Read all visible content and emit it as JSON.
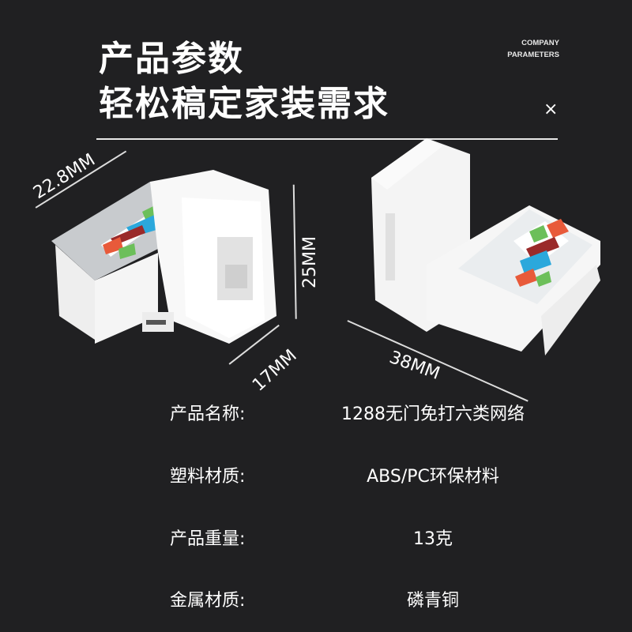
{
  "header": {
    "title_line1": "产品参数",
    "title_line2": "轻松稿定家装需求",
    "company_line1": "COMPANY",
    "company_line2": "PARAMETERS",
    "close_icon": "×"
  },
  "dimensions": {
    "width_label": "22.8MM",
    "height_label": "25MM",
    "depth_label": "17MM",
    "length_label": "38MM"
  },
  "specs": [
    {
      "label": "产品名称:",
      "value": "1288无门免打六类网络"
    },
    {
      "label": "塑料材质:",
      "value": "ABS/PC环保材料"
    },
    {
      "label": "产品重量:",
      "value": "13克"
    },
    {
      "label": "金属材质:",
      "value": "磷青铜"
    }
  ],
  "colors": {
    "background": "#202022",
    "text": "#ffffff",
    "label_green": "#6cbf5a",
    "label_red": "#e85a3a",
    "label_blue": "#2ba8dc",
    "label_maroon": "#9a2a2a"
  }
}
